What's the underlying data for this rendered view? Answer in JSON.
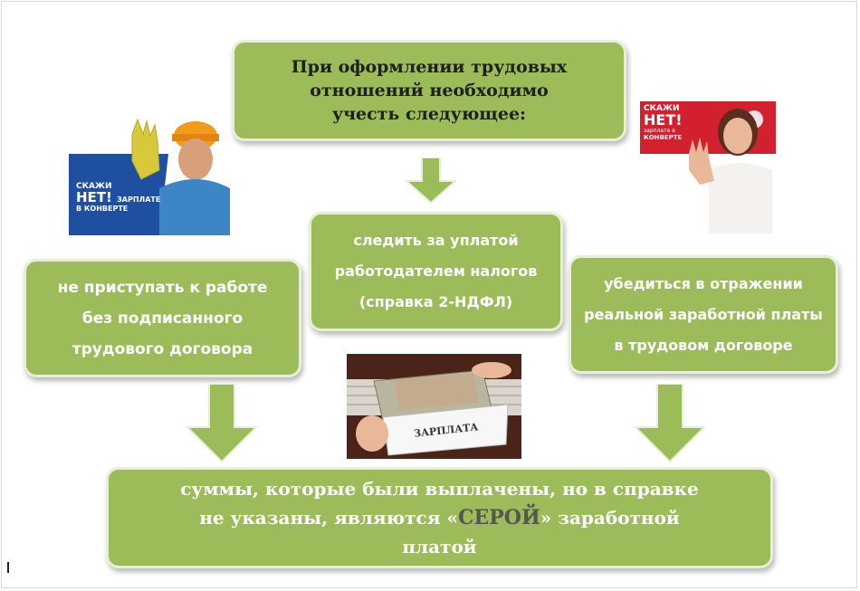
{
  "title_box": {
    "line1": "При оформлении трудовых",
    "line2": "отношений необходимо",
    "line3": "учесть следующее:"
  },
  "left_box": {
    "line1": "не приступать к работе",
    "line2": "без подписанного",
    "line3": "трудового договора"
  },
  "middle_box": {
    "line1": "следить за уплатой",
    "line2": "работодателем налогов",
    "line3": "(справка 2-НДФЛ)"
  },
  "right_box": {
    "line1": "убедиться в отражении",
    "line2": "реальной заработной платы",
    "line3": "в трудовом договоре"
  },
  "bottom_box": {
    "line1": "суммы, которые были выплачены, но в справке",
    "line2_before": "не указаны, являются «",
    "line2_highlight": "СЕРОЙ",
    "line2_after": "» заработной",
    "line3": "платой"
  },
  "left_image": {
    "badge_line1": "СКАЖИ",
    "badge_line2": "НЕТ!",
    "badge_line3": "ЗАРПЛАТЕ",
    "badge_line4": "В КОНВЕРТЕ"
  },
  "right_image": {
    "badge_line1": "СКАЖИ",
    "badge_line2": "НЕТ!",
    "badge_line3": "зарплате в",
    "badge_line4": "КОНВЕРТЕ"
  },
  "center_image": {
    "envelope_label": "ЗАРПЛАТА"
  },
  "colors": {
    "box_fill": "#9cbb59",
    "box_border": "#e7efd6",
    "arrow_fill": "#9cbb59",
    "badge_blue": "#1f4fa0",
    "badge_red": "#d3202f"
  }
}
